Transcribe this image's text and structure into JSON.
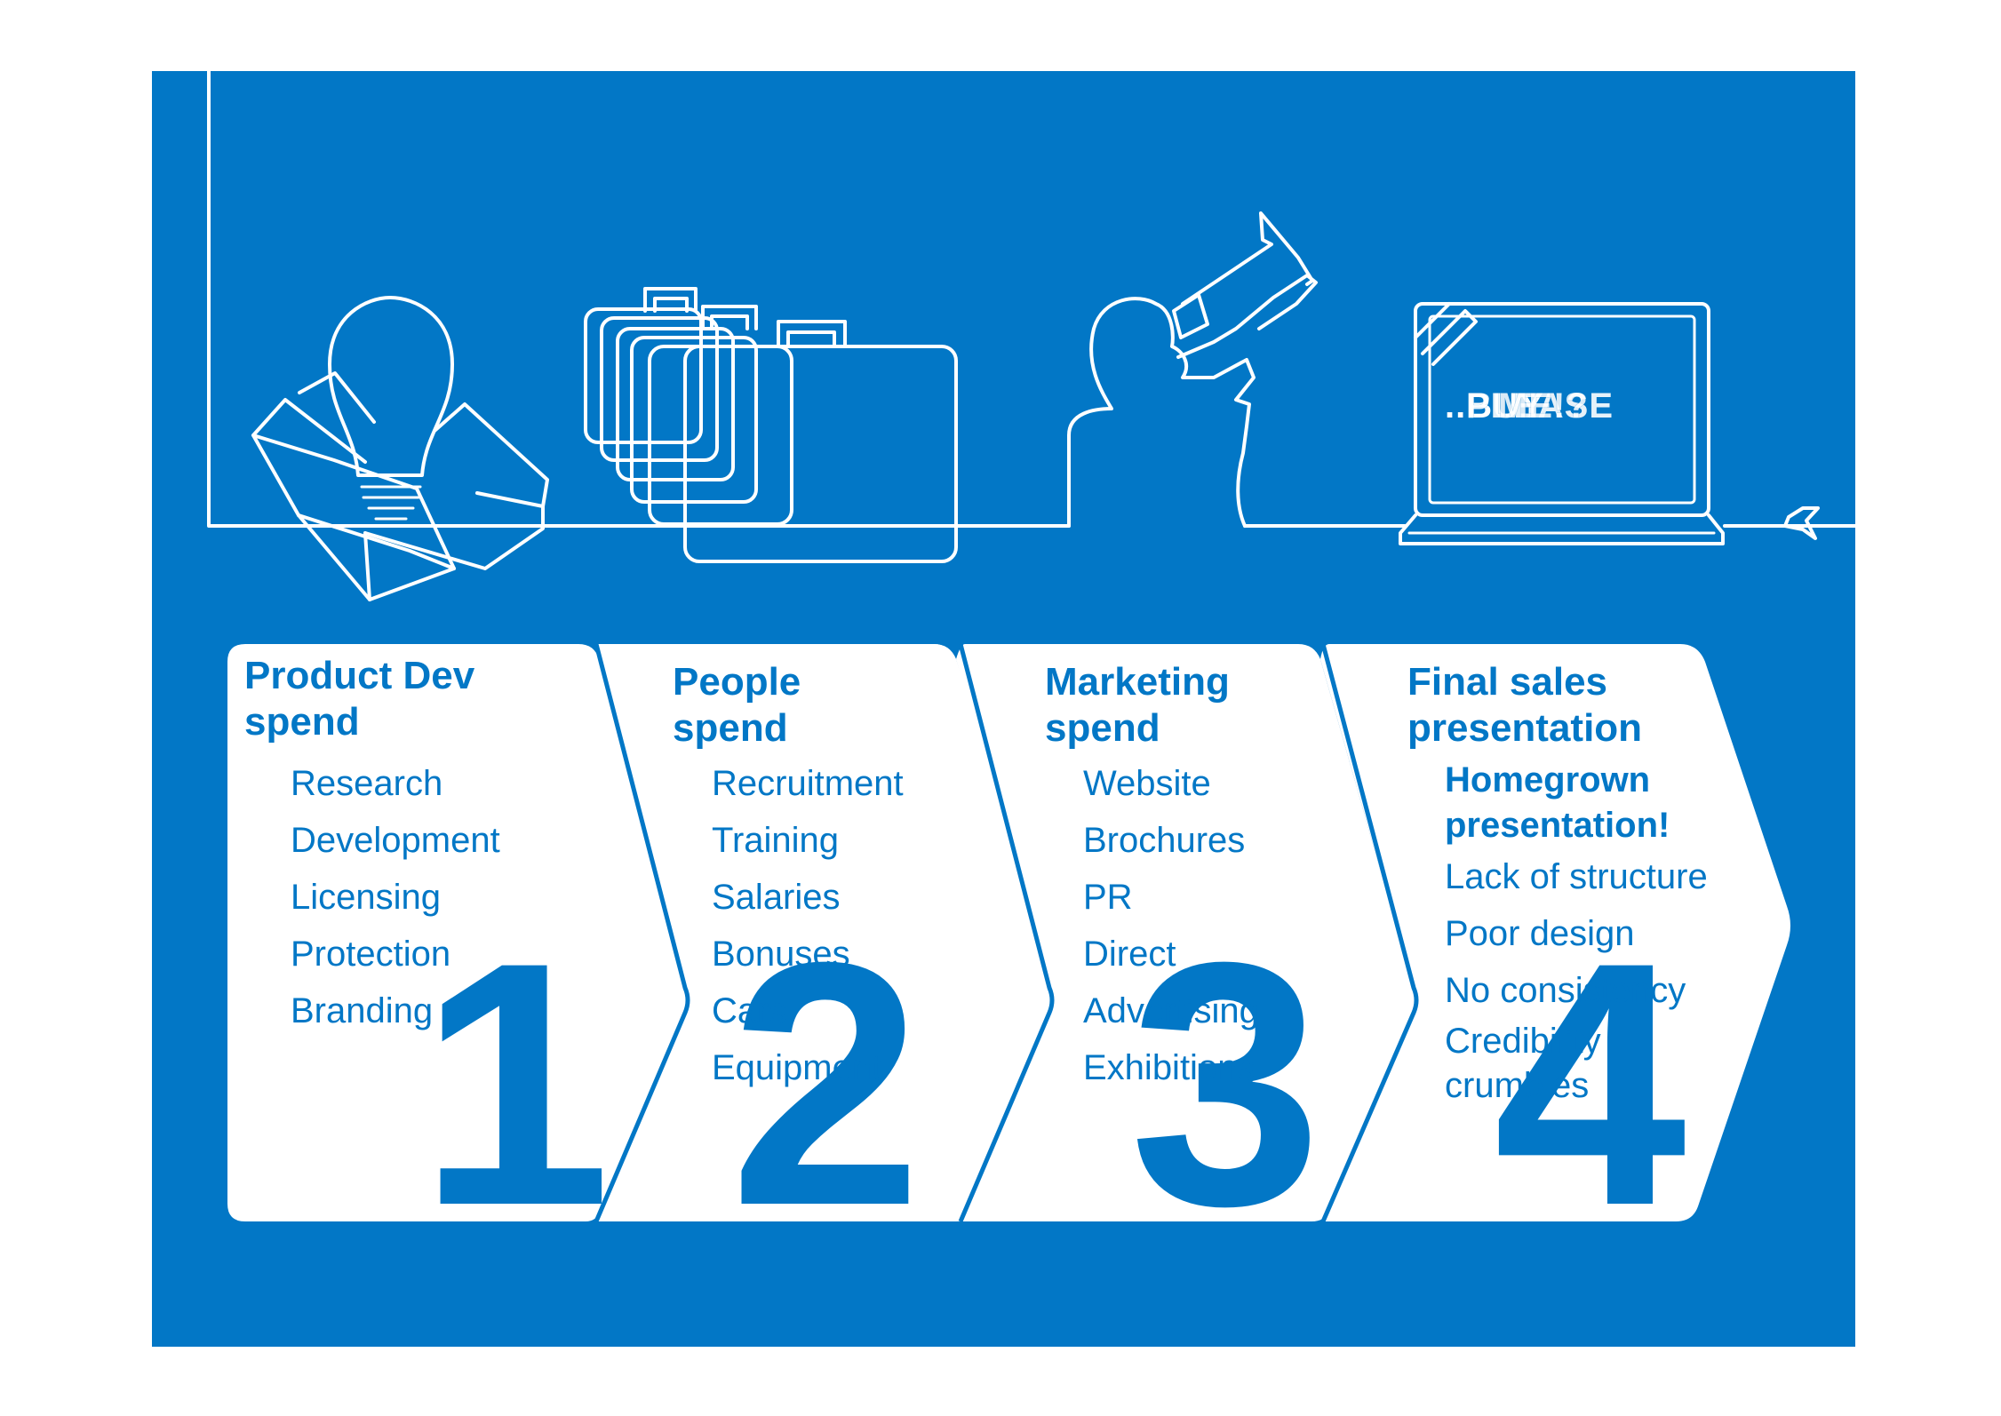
{
  "laptop_screen_text": [
    "..BUY",
    "PLEASE",
    "ME!?"
  ],
  "colors": {
    "panel_blue": "#0277c6",
    "card_white": "#ffffff",
    "text_blue": "#0277c6"
  },
  "icons": [
    "lightbulb-in-box-icon",
    "suitcases-icon",
    "person-with-megaphone-icon",
    "laptop-icon"
  ],
  "steps": [
    {
      "number": "1",
      "title": [
        "Product Dev",
        "spend"
      ],
      "items": [
        "Research",
        "Development",
        "Licensing",
        "Protection",
        "Branding"
      ]
    },
    {
      "number": "2",
      "title": [
        "People",
        "spend"
      ],
      "items": [
        "Recruitment",
        "Training",
        "Salaries",
        "Bonuses",
        "Cars",
        "Equipment"
      ]
    },
    {
      "number": "3",
      "title": [
        "Marketing",
        "spend"
      ],
      "items": [
        "Website",
        "Brochures",
        "PR",
        "Direct",
        "Advertising",
        "Exhibitions"
      ]
    },
    {
      "number": "4",
      "title": [
        "Final sales",
        "presentation"
      ],
      "emphasis": [
        "Homegrown",
        "presentation!"
      ],
      "items": [
        "Lack of structure",
        "Poor design",
        "No consistency",
        "Credibility crumbles"
      ]
    }
  ]
}
